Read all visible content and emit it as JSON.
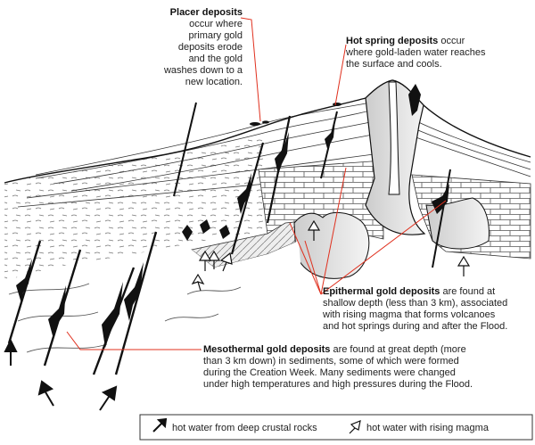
{
  "callouts": {
    "placer": {
      "title": "Placer deposits",
      "body": [
        "occur where",
        "primary gold",
        "deposits erode",
        "and the gold",
        "washes down to a",
        "new location."
      ]
    },
    "hot_spring": {
      "title": "Hot spring deposits",
      "title_suffix": " occur",
      "body": [
        "where gold-laden water reaches",
        "the surface and cools."
      ]
    },
    "epithermal": {
      "title": "Epithermal gold deposits",
      "title_suffix": " are found at",
      "body": [
        "shallow depth (less than 3 km), associated",
        "with rising magma that forms volcanoes",
        "and hot springs during and after the Flood."
      ]
    },
    "mesothermal": {
      "title": "Mesothermal gold deposits",
      "title_suffix": " are found at great depth (more",
      "body": [
        "than 3 km down) in sediments, some of which were formed",
        "during the Creation Week. Many sediments were changed",
        "under high temperatures and high pressures during the Flood."
      ]
    }
  },
  "legend": {
    "deep_water": "hot water from deep crustal rocks",
    "magma_water": "hot water with rising magma"
  },
  "colors": {
    "leader_line": "#e0301e",
    "ink": "#111111",
    "background": "#ffffff"
  }
}
